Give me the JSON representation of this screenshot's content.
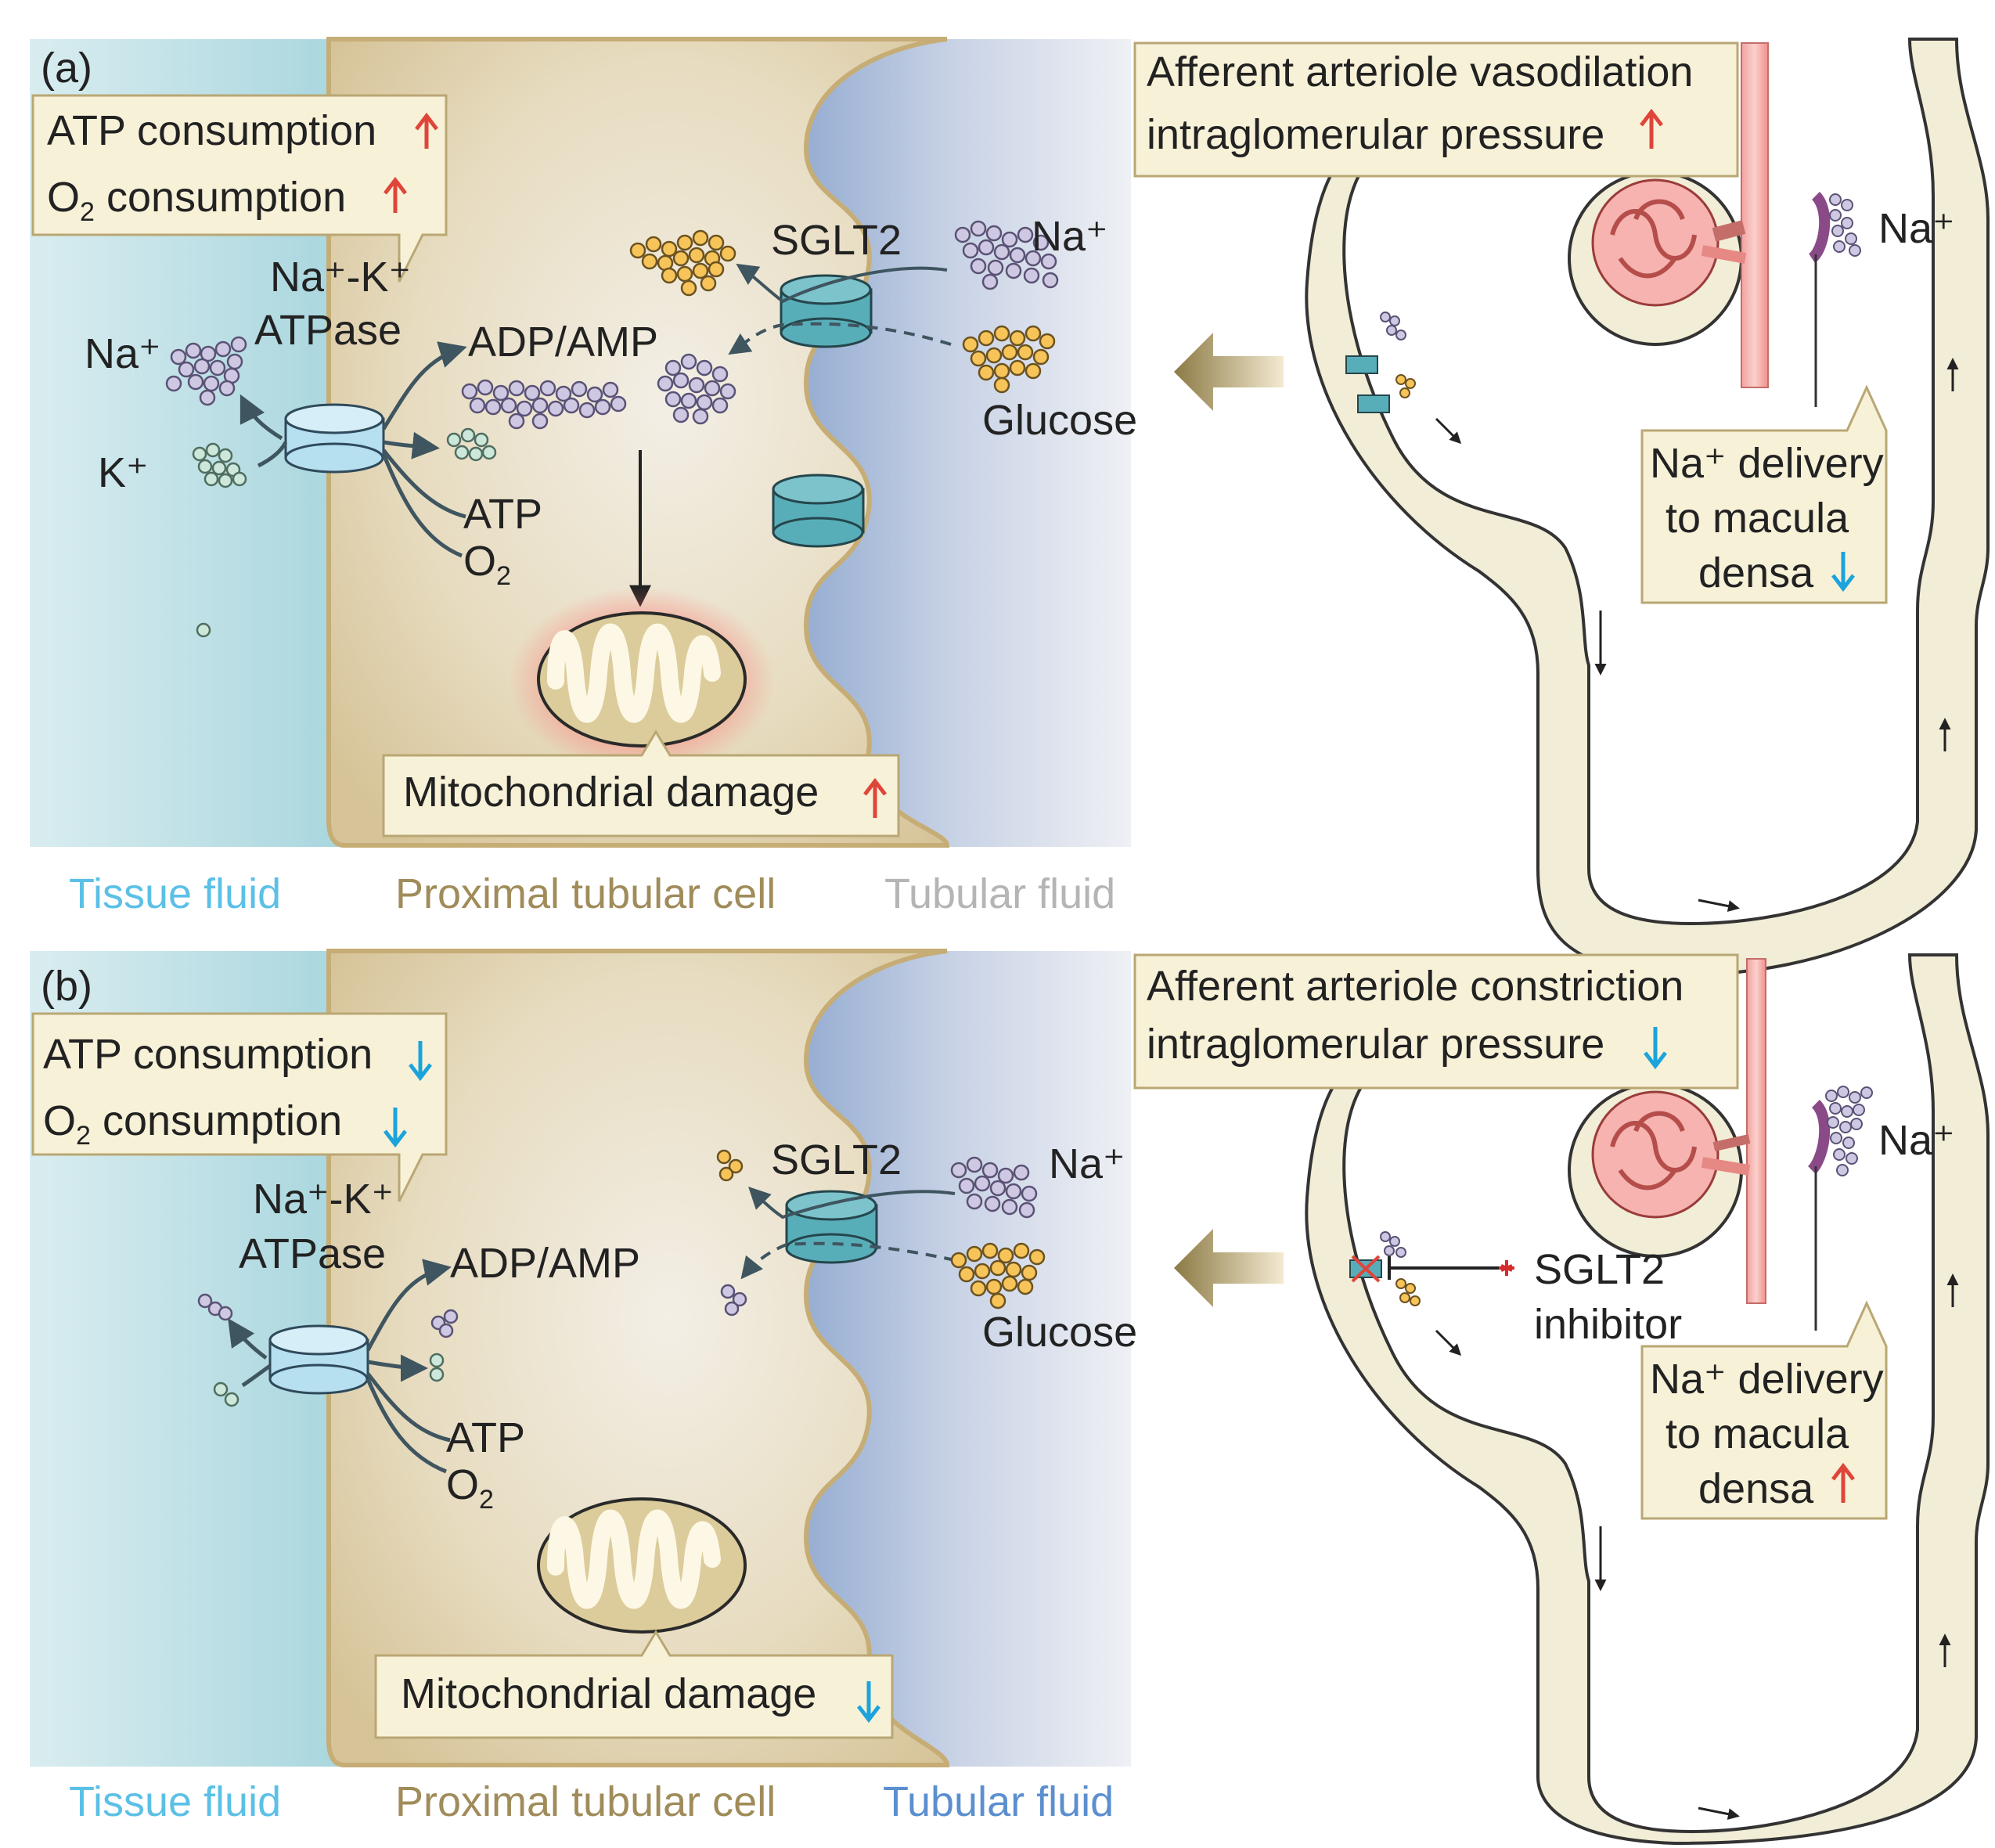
{
  "panel_a": {
    "letter": "(a)",
    "callout_consumption": {
      "atp": "ATP consumption",
      "o2": "O",
      "o2_sub": "2",
      "o2_rest": " consumption"
    },
    "pump_label_line1": "Na⁺-K⁺",
    "pump_label_line2": "ATPase",
    "na_label": "Na⁺",
    "k_label": "K⁺",
    "adp_label": "ADP/AMP",
    "atp_label": "ATP",
    "o2_label": "O",
    "o2_sub": "2",
    "sglt2_label": "SGLT2",
    "na_lumen_label": "Na⁺",
    "glucose_label": "Glucose",
    "mito_callout": "Mitochondrial damage",
    "regions": {
      "tissue": "Tissue fluid",
      "cell": "Proximal tubular cell",
      "tubular": "Tubular fluid"
    },
    "kidney_callout_line1": "Afferent arteriole vasodilation",
    "kidney_callout_line2": "intraglomerular pressure",
    "macula_na": "Na⁺",
    "macula_callout_line1": "Na⁺ delivery",
    "macula_callout_line2": "to macula",
    "macula_callout_line3": "densa"
  },
  "panel_b": {
    "letter": "(b)",
    "callout_consumption": {
      "atp": "ATP consumption",
      "o2": "O",
      "o2_sub": "2",
      "o2_rest": " consumption"
    },
    "pump_label_line1": "Na⁺-K⁺",
    "pump_label_line2": "ATPase",
    "adp_label": "ADP/AMP",
    "atp_label": "ATP",
    "o2_label": "O",
    "o2_sub": "2",
    "sglt2_label": "SGLT2",
    "na_lumen_label": "Na⁺",
    "glucose_label": "Glucose",
    "mito_callout": "Mitochondrial damage",
    "regions": {
      "tissue": "Tissue fluid",
      "cell": "Proximal tubular cell",
      "tubular": "Tubular fluid"
    },
    "kidney_callout_line1": "Afferent arteriole constriction",
    "kidney_callout_line2": "intraglomerular pressure",
    "inhibitor_line1": "SGLT2",
    "inhibitor_line2": "inhibitor",
    "macula_na": "Na⁺",
    "macula_callout_line1": "Na⁺ delivery",
    "macula_callout_line2": "to macula",
    "macula_callout_line3": "densa"
  },
  "colors": {
    "up_arrow": "#e0453a",
    "down_arrow": "#1ba3dc",
    "tissue_text": "#5cc0e6",
    "cell_text": "#a08c5a",
    "tubular_text_a": "#b5b5b5",
    "tubular_text_b": "#5b8fcf",
    "inhibitor_text": "#e0453a",
    "callout_fill": "#f7f1d8",
    "tubule_fill": "#f1edd6",
    "sodium_fill": "#cfc8e3",
    "glucose_fill": "#f7c45a",
    "potassium_fill": "#cde8da",
    "transporter_fill": "#58aeb8"
  }
}
